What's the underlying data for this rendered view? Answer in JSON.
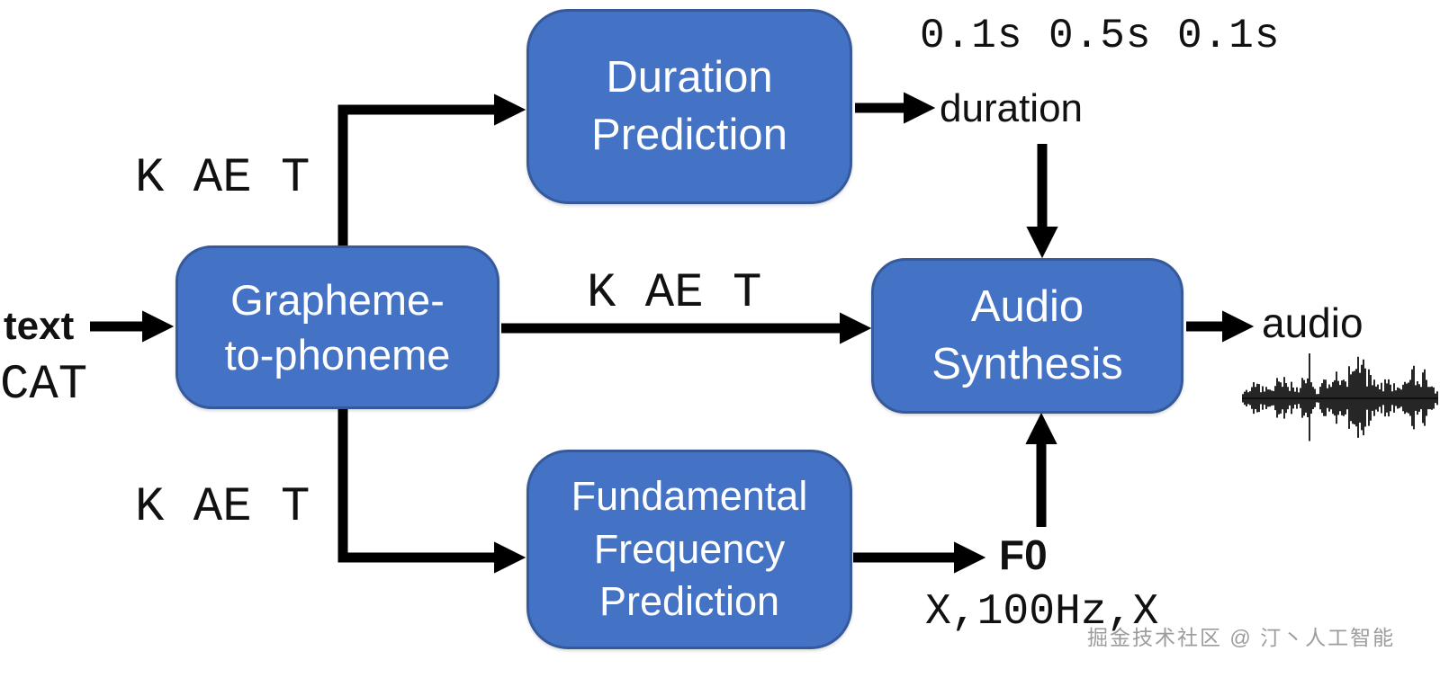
{
  "diagram": {
    "boxes": {
      "duration": {
        "line1": "Duration",
        "line2": "Prediction"
      },
      "grapheme": {
        "line1": "Grapheme-",
        "line2": "to-phoneme"
      },
      "audio": {
        "line1": "Audio",
        "line2": "Synthesis"
      },
      "ffp": {
        "line1": "Fundamental",
        "line2": "Frequency",
        "line3": "Prediction"
      }
    },
    "labels": {
      "duration_values": "0.1s 0.5s 0.1s",
      "duration_name": "duration",
      "input_name": "text",
      "input_value": "CAT",
      "phonemes": "K AE T",
      "f0_name": "F0",
      "f0_values": "X,100Hz,X",
      "output_name": "audio"
    },
    "icons": {
      "waveform_icon": "audio-waveform"
    },
    "watermark": "掘金技术社区 @ 汀丶人工智能",
    "colors": {
      "box_fill": "#4472C4",
      "box_border": "#35599B",
      "arrow": "#000000",
      "watermark": "#9C9C9C"
    }
  }
}
